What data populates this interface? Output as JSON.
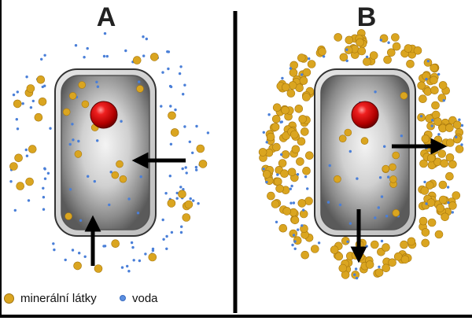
{
  "panels": [
    {
      "id": "A",
      "label": "A",
      "mineral_concentration": "low",
      "water_flow": "into cell"
    },
    {
      "id": "B",
      "label": "B",
      "mineral_concentration": "high",
      "water_flow": "out of cell"
    }
  ],
  "legend": {
    "minerals": "minerální látky",
    "water": "voda"
  },
  "colors": {
    "mineral": "#daa520",
    "water": "#4a7fd8",
    "nucleus": "#cc0000",
    "cell_wall": "#3a3a3a",
    "arrow": "#000000",
    "divider": "#000000"
  }
}
